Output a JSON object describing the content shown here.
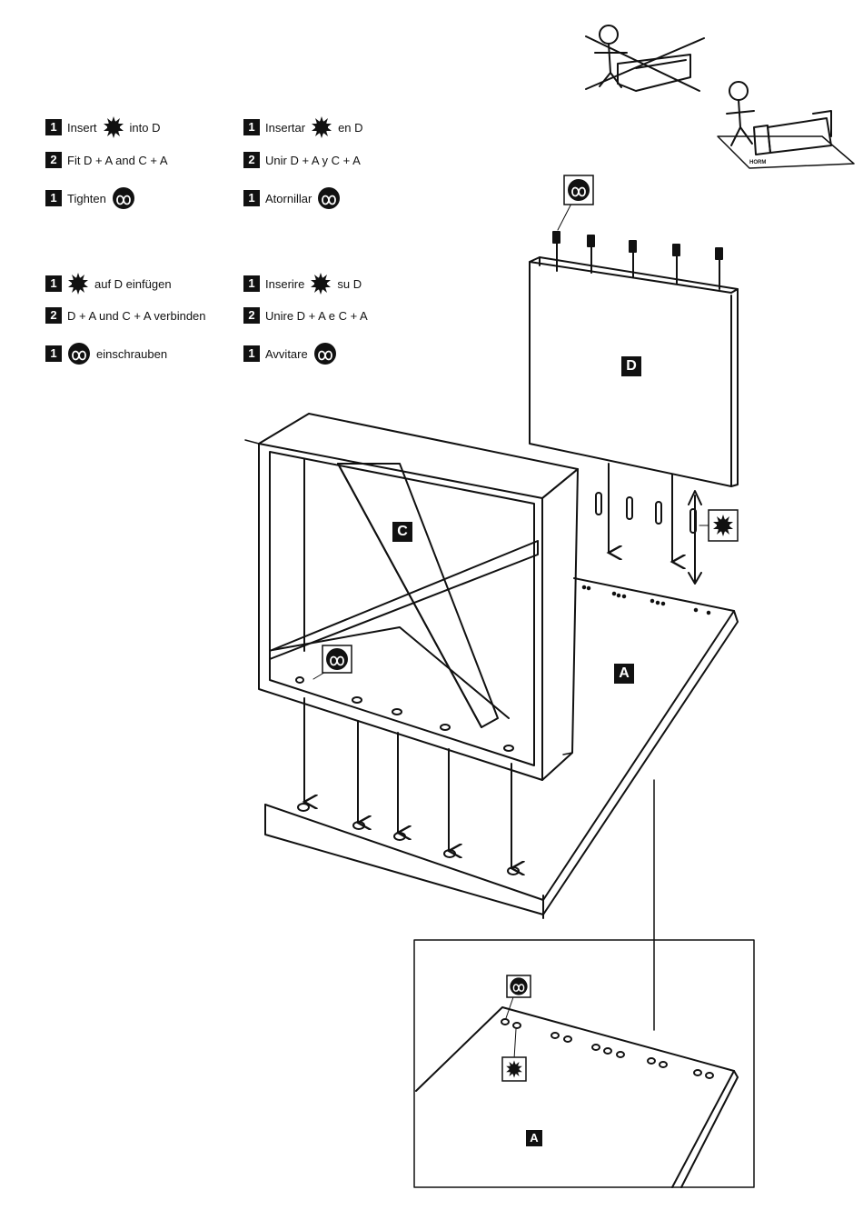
{
  "instructions": {
    "en": [
      {
        "num": "1",
        "before": "Insert",
        "icon": "burst-icon",
        "after": "into D"
      },
      {
        "num": "2",
        "before": "Fit D + A and C + A",
        "icon": "",
        "after": ""
      },
      {
        "num": "1",
        "before": "Tighten",
        "icon": "screw-icon",
        "after": ""
      }
    ],
    "es": [
      {
        "num": "1",
        "before": "Insertar",
        "icon": "burst-icon",
        "after": "en D"
      },
      {
        "num": "2",
        "before": "Unir D + A y C + A",
        "icon": "",
        "after": ""
      },
      {
        "num": "1",
        "before": "Atornillar",
        "icon": "screw-icon",
        "after": ""
      }
    ],
    "de": [
      {
        "num": "1",
        "before": "",
        "icon": "burst-icon",
        "after": "auf D einfügen"
      },
      {
        "num": "2",
        "before": "D + A und C + A verbinden",
        "icon": "",
        "after": ""
      },
      {
        "num": "1",
        "before": "",
        "icon": "screw-icon",
        "after": "einschrauben"
      }
    ],
    "it": [
      {
        "num": "1",
        "before": "Inserire",
        "icon": "burst-icon",
        "after": "su D"
      },
      {
        "num": "2",
        "before": "Unire D + A e C + A",
        "icon": "",
        "after": ""
      },
      {
        "num": "1",
        "before": "Avvitare",
        "icon": "screw-icon",
        "after": ""
      }
    ]
  },
  "parts": {
    "a": "A",
    "c": "C",
    "d": "D",
    "a_detail": "A"
  },
  "brand": "HORM",
  "colors": {
    "ink": "#111111",
    "paper": "#ffffff"
  }
}
